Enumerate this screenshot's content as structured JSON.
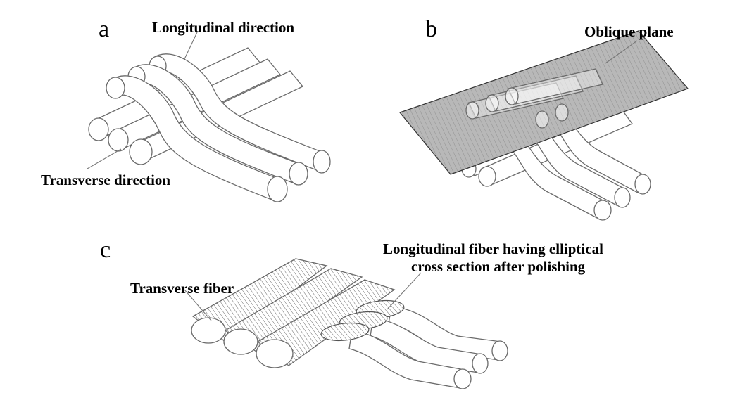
{
  "panels": {
    "a": {
      "letter": "a",
      "longitudinal_label": "Longitudinal direction",
      "transverse_label": "Transverse direction"
    },
    "b": {
      "letter": "b",
      "plane_label": "Oblique plane"
    },
    "c": {
      "letter": "c",
      "transverse_fiber_label": "Transverse fiber",
      "longitudinal_fiber_label_line1": "Longitudinal fiber having elliptical",
      "longitudinal_fiber_label_line2": "cross section after polishing"
    }
  },
  "colors": {
    "line": "#6a6a6a",
    "plane_fill": "#b8b8b8"
  }
}
